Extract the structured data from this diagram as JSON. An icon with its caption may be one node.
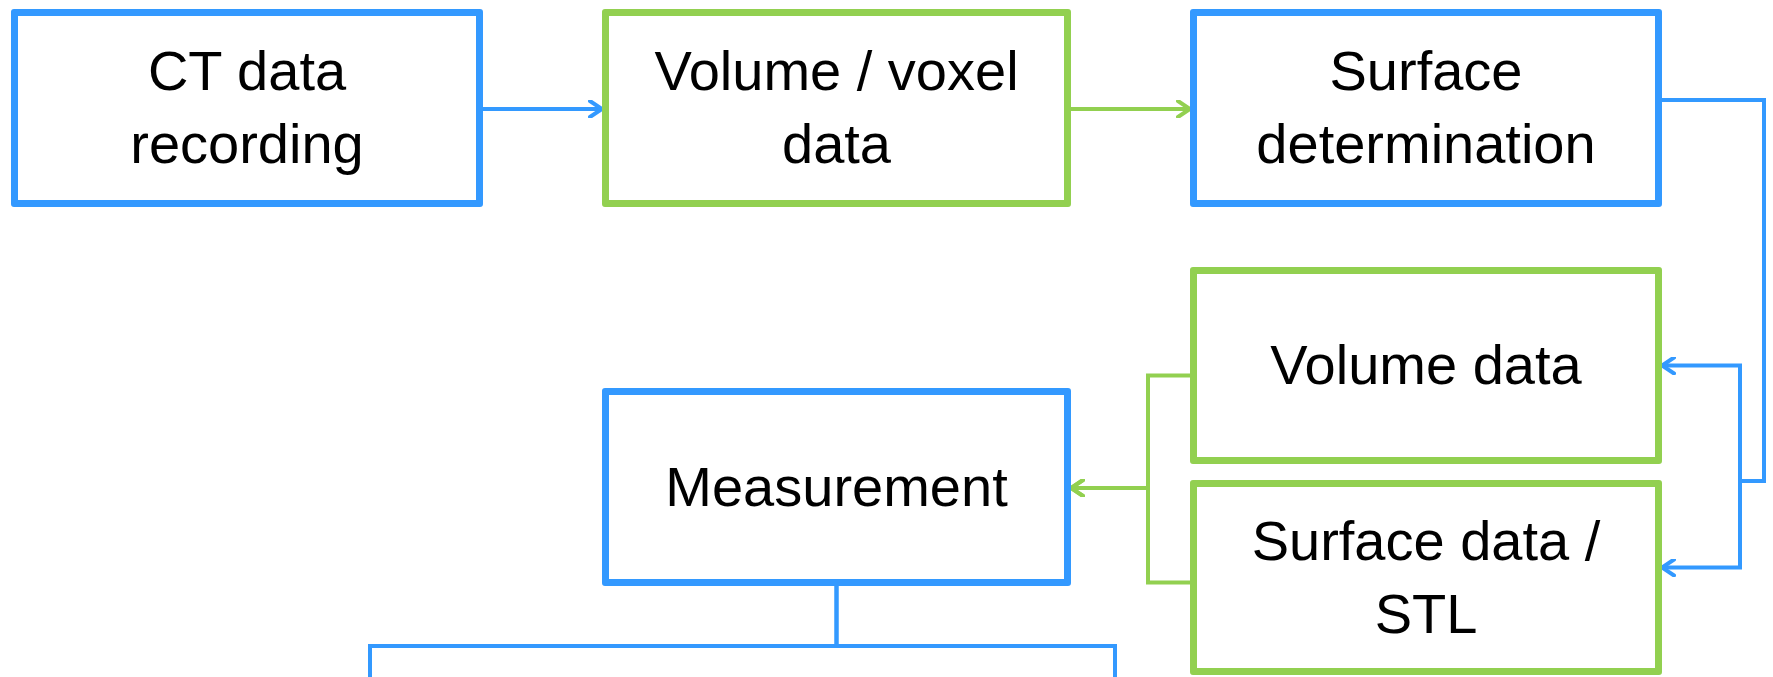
{
  "diagram": {
    "nodes": [
      {
        "text": [
          "CT data recording"
        ]
      },
      {
        "text": [
          "Volume / voxel data"
        ]
      },
      {
        "text": [
          "Surface determination"
        ]
      },
      {
        "text": [
          "Volume data"
        ]
      },
      {
        "text": [
          "Surface data / STL"
        ]
      },
      {
        "text": [
          "Measurement"
        ]
      }
    ],
    "edges": [
      {
        "from": 0,
        "to": 1,
        "arrow": "to"
      },
      {
        "from": 1,
        "to": 2,
        "arrow": "to",
        "color": "#92d050"
      },
      {
        "from": 2,
        "to": 3,
        "arrow": "to"
      },
      {
        "from": 2,
        "to": 4,
        "arrow": "to"
      },
      {
        "from": 3,
        "to": 5,
        "arrow": "to",
        "color": "#92d050"
      },
      {
        "from": 4,
        "to": 5,
        "arrow": "to",
        "color": "#92d050"
      },
      {
        "from": 5,
        "to": null,
        "arrow": "none"
      },
      {
        "from": 5,
        "to": null,
        "arrow": "none"
      }
    ]
  }
}
